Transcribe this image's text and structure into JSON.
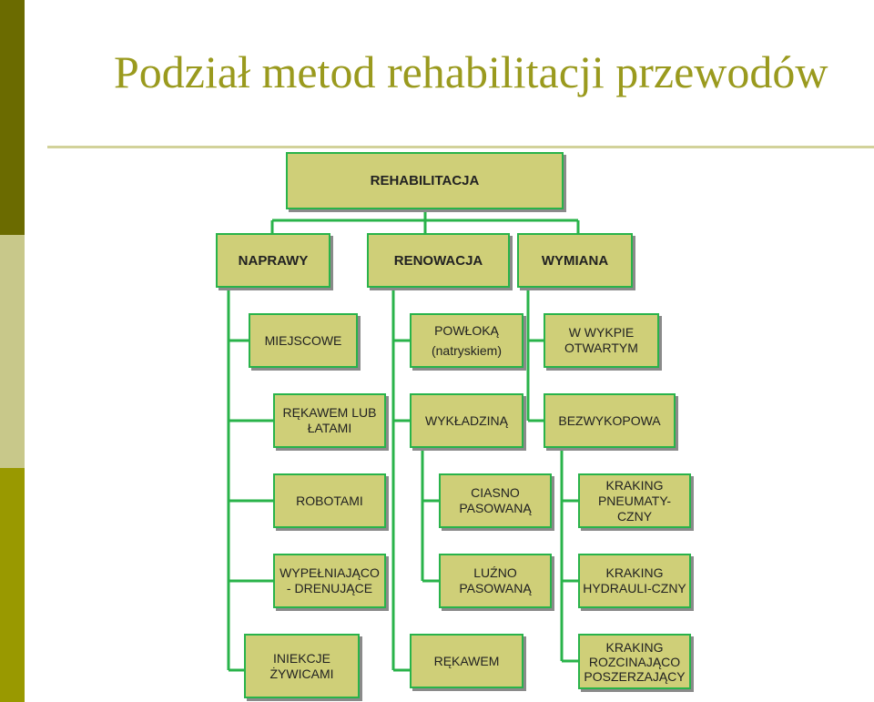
{
  "title": "Podział metod rehabilitacji przewodów",
  "colors": {
    "title": "#9a9a1e",
    "box_fill": "#cfcf78",
    "box_border": "#29b34a",
    "connector": "#29b34a"
  },
  "root": "REHABILITACJA",
  "categories": [
    "NAPRAWY",
    "RENOWACJA",
    "WYMIANA"
  ],
  "naprawy": [
    "MIEJSCOWE",
    "RĘKAWEM LUB\nŁATAMI",
    "ROBOTAMI",
    "WYPEŁNIAJĄCO\n- DRENUJĄCE",
    "INIEKCJE\nŻYWICAMI"
  ],
  "renowacja": {
    "powloka": "POWŁOKĄ",
    "natryskiem": "(natryskiem)",
    "items": [
      "WYKŁADZINĄ",
      "CIASNO\nPASOWANĄ",
      "LUŹNO\nPASOWANĄ",
      "RĘKAWEM"
    ]
  },
  "wymiana": [
    "W WYKPIE\nOTWARTYM",
    "BEZWYKOPOWA",
    "KRAKING\nPNEUMATY-\nCZNY",
    "KRAKING\nHYDRAULI-CZNY",
    "KRAKING\nROZCINAJĄCO\nPOSZERZAJĄCY"
  ]
}
